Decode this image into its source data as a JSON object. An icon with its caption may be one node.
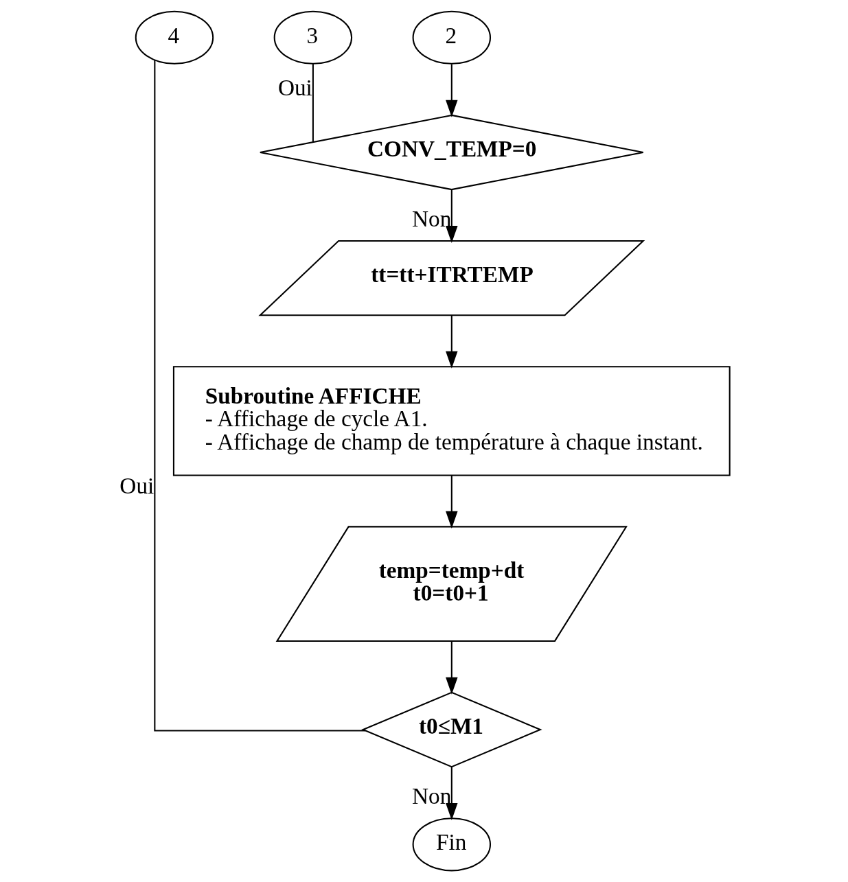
{
  "diagram": {
    "nodes": [
      {
        "text": [
          "4"
        ]
      },
      {
        "text": [
          "3"
        ]
      },
      {
        "text": [
          "2"
        ]
      },
      {
        "text": [
          "CONV_TEMP=0"
        ]
      },
      {
        "text": [
          "tt=tt+ITRTEMP"
        ]
      },
      {
        "text": [
          "Subroutine AFFICHE",
          "- Affichage de cycle A1.",
          "- Affichage de champ de température à chaque instant."
        ]
      },
      {
        "text": [
          "temp=temp+dt",
          "t0=t0+1"
        ]
      },
      {
        "text": [
          "t0≤M1"
        ]
      },
      {
        "text": [
          "Fin"
        ]
      }
    ],
    "edges": [
      {
        "from": 2,
        "to": 3,
        "arrow": "to"
      },
      {
        "from": 3,
        "to": 1,
        "arrow": "none",
        "label": "Oui"
      },
      {
        "from": 3,
        "to": 4,
        "arrow": "to",
        "label": "Non"
      },
      {
        "from": 4,
        "to": 5,
        "arrow": "to"
      },
      {
        "from": 5,
        "to": 6,
        "arrow": "to"
      },
      {
        "from": 6,
        "to": 7,
        "arrow": "to"
      },
      {
        "from": 7,
        "to": 0,
        "arrow": "none",
        "label": "Oui"
      },
      {
        "from": 7,
        "to": 8,
        "arrow": "to",
        "label": "Non"
      }
    ]
  }
}
